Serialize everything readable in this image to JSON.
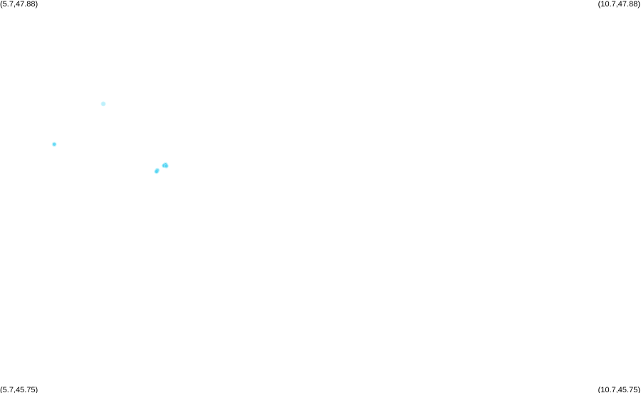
{
  "corners": {
    "top_left": "(5.7,47.88)",
    "top_right": "(10.7,47.88)",
    "bottom_left": "(5.7,45.75)",
    "bottom_right": "(10.7,45.75)"
  },
  "extent": {
    "lon_min": 5.7,
    "lon_max": 10.7,
    "lat_min": 45.75,
    "lat_max": 47.88
  },
  "point_color": "#4fd3f2",
  "point_color_light": "#a8ecfa",
  "points": [
    {
      "lon": 6.506,
      "lat": 47.317,
      "intensity": 0.35
    },
    {
      "lon": 6.123,
      "lat": 47.098,
      "intensity": 0.8
    },
    {
      "lon": 6.991,
      "lat": 46.988,
      "intensity": 1.0
    },
    {
      "lon": 6.98,
      "lat": 46.982,
      "intensity": 1.0
    },
    {
      "lon": 6.997,
      "lat": 46.98,
      "intensity": 0.9
    },
    {
      "lon": 6.927,
      "lat": 46.957,
      "intensity": 0.9
    },
    {
      "lon": 6.921,
      "lat": 46.95,
      "intensity": 0.9
    }
  ]
}
